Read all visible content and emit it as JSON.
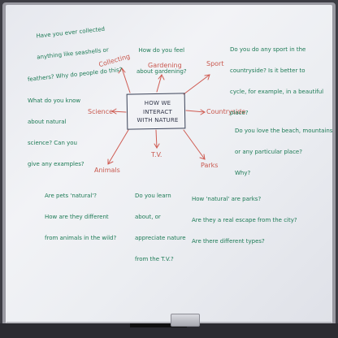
{
  "center": {
    "line1": "HOW WE INTERACT",
    "line2": "WITH NATURE"
  },
  "topics": {
    "collecting": "Collecting",
    "gardening": "Gardening",
    "sport": "Sport",
    "science": "Science",
    "countryside": "Countryside",
    "animals": "Animals",
    "tv": "T.V.",
    "parks": "Parks"
  },
  "questions": {
    "collecting": [
      "Have you ever collected",
      "anything like seashells or",
      "feathers? Why do people do this?"
    ],
    "gardening": [
      "How do you feel",
      "about gardening?"
    ],
    "sport": [
      "Do you do any sport in the",
      "countryside? Is it better to",
      "cycle, for example, in a beautiful",
      "place?"
    ],
    "science": [
      "What do you know",
      "about natural",
      "science? Can you",
      "give any examples?"
    ],
    "countryside": [
      "Do you love the beach, mountains",
      "or any particular place?",
      "Why?"
    ],
    "animals": [
      "Are pets 'natural'?",
      "How are they different",
      "from animals in the wild?"
    ],
    "tv": [
      "Do you learn",
      "about, or",
      "appreciate nature",
      "from the T.V.?"
    ],
    "parks": [
      "How 'natural' are parks?",
      "Are they a real escape from the city?",
      "Are there different types?"
    ]
  }
}
